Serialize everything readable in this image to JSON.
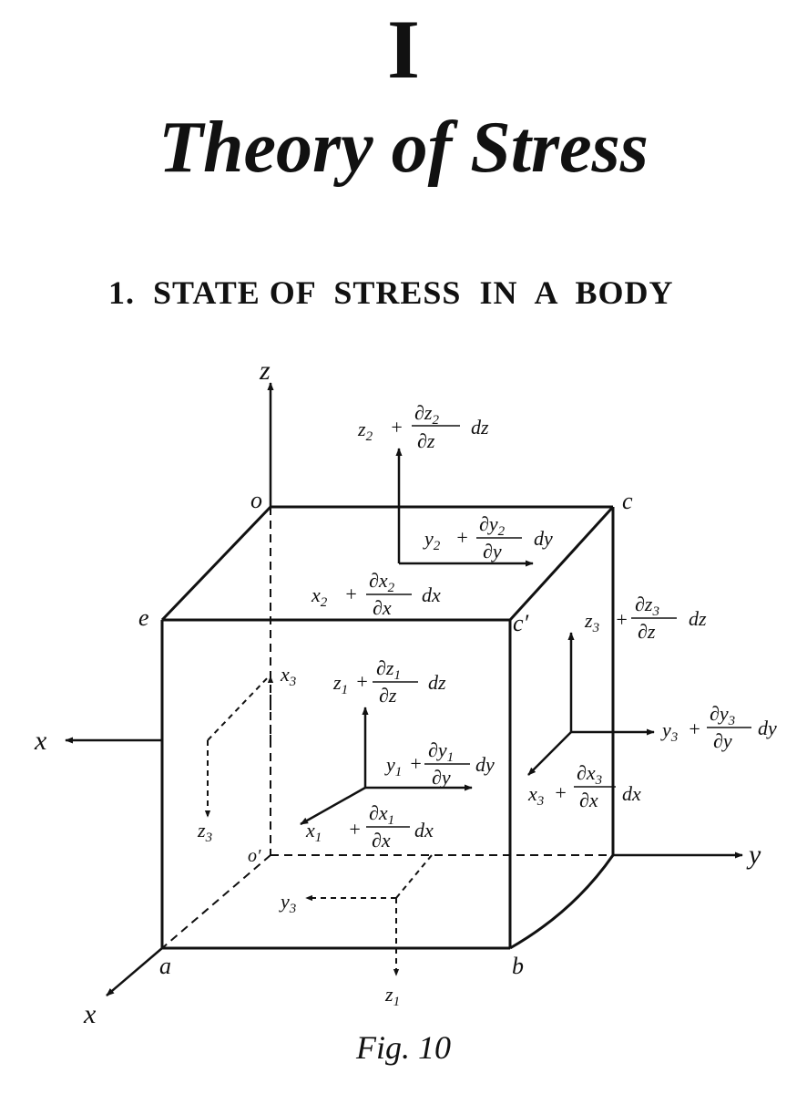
{
  "chapter": {
    "number": "I",
    "title": "Theory of Stress"
  },
  "section": {
    "heading": "1.  STATE OF  STRESS  IN  A  BODY"
  },
  "figure": {
    "caption": "Fig. 10",
    "axis_labels": {
      "x": "x",
      "y": "y",
      "z": "z"
    },
    "points": {
      "o": "o",
      "o_prime": "o′",
      "a": "a",
      "b": "b",
      "c": "c",
      "c_prime": "c′",
      "e": "e"
    },
    "back_face_vectors": {
      "x3": "x",
      "x3_sub": "3",
      "y3": "y",
      "y3_sub": "3",
      "z3": "z",
      "z3_sub": "3"
    },
    "bottom_face_vectors": {
      "y3": "y",
      "y3_sub": "3",
      "z1": "z",
      "z1_sub": "1"
    },
    "top_face": {
      "z2": {
        "var": "z",
        "sub": "2",
        "num": "∂z",
        "den": "∂z",
        "d": "dz"
      },
      "y2": {
        "var": "y",
        "sub": "2",
        "num": "∂y",
        "den": "∂y",
        "d": "dy"
      },
      "x2": {
        "var": "x",
        "sub": "2",
        "num": "∂x",
        "den": "∂x",
        "d": "dx"
      }
    },
    "front_face": {
      "z1": {
        "var": "z",
        "sub": "1",
        "num": "∂z",
        "den": "∂z",
        "d": "dz"
      },
      "y1": {
        "var": "y",
        "sub": "1",
        "num": "∂y",
        "den": "∂y",
        "d": "dy"
      },
      "x1": {
        "var": "x",
        "sub": "1",
        "num": "∂x",
        "den": "∂x",
        "d": "dx"
      }
    },
    "right_face": {
      "z3": {
        "var": "z",
        "sub": "3",
        "num": "∂z",
        "den": "∂z",
        "d": "dz"
      },
      "y3": {
        "var": "y",
        "sub": "3",
        "num": "∂y",
        "den": "∂y",
        "d": "dy"
      },
      "x3": {
        "var": "x",
        "sub": "3",
        "num": "∂x",
        "den": "∂x",
        "d": "dx"
      }
    },
    "plus": "+"
  }
}
